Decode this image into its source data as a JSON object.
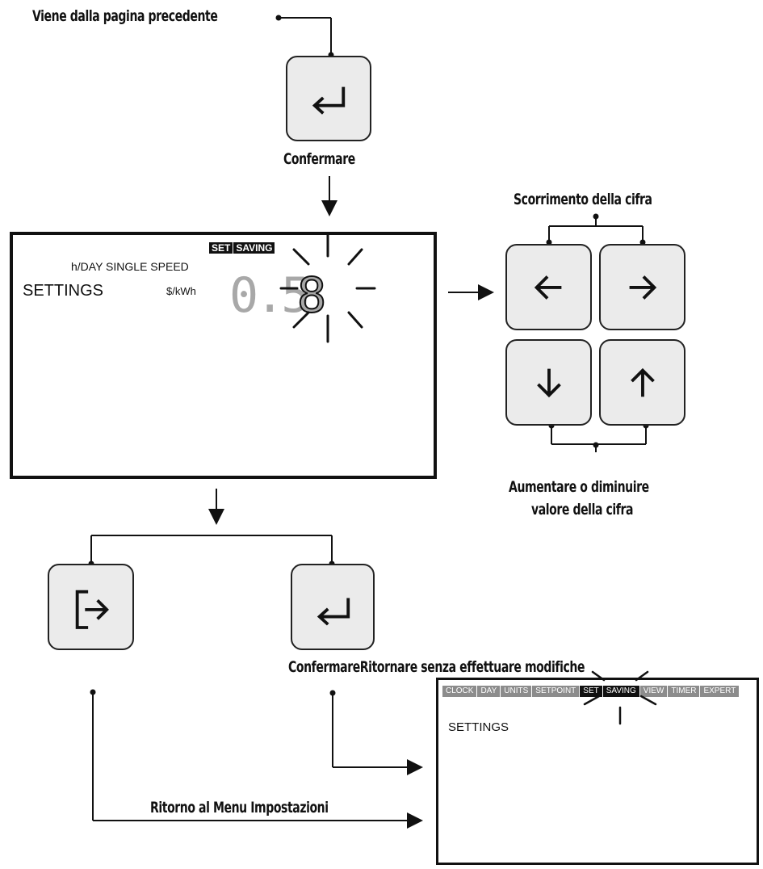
{
  "labels": {
    "from_previous": "Viene dalla pagina precedente",
    "confirm_top": "Confermare",
    "digit_scroll": "Scorrimento della cifra",
    "digit_change_line1": "Aumentare o diminuire",
    "digit_change_line2": "valore della cifra",
    "bottom_confirm": "ConfermareRitornare senza effettuare modifiche",
    "return_menu": "Ritorno al Menu Impostazioni"
  },
  "display_main": {
    "header_set": "SET",
    "header_saving": "SAVING",
    "subtitle": "h/DAY SINGLE SPEED",
    "title": "SETTINGS",
    "unit": "$/kWh",
    "value_static": "0.5",
    "value_blinking": "8"
  },
  "display_result": {
    "tabs": [
      "CLOCK",
      "DAY",
      "UNITS",
      "SETPOINT",
      "SET",
      "SAVING",
      "VIEW",
      "TIMER",
      "EXPERT"
    ],
    "active_tabs": [
      "SET",
      "SAVING"
    ],
    "title": "SETTINGS"
  },
  "icons": {
    "enter": "enter-return-icon",
    "left": "arrow-left-icon",
    "right": "arrow-right-icon",
    "down": "arrow-down-icon",
    "up": "arrow-up-icon",
    "exit": "exit-icon"
  },
  "colors": {
    "key_fill": "#ebebeb",
    "active_tab": "#111111",
    "inactive_tab": "#8c8c8c",
    "dim_digit": "#a8a8a8"
  }
}
